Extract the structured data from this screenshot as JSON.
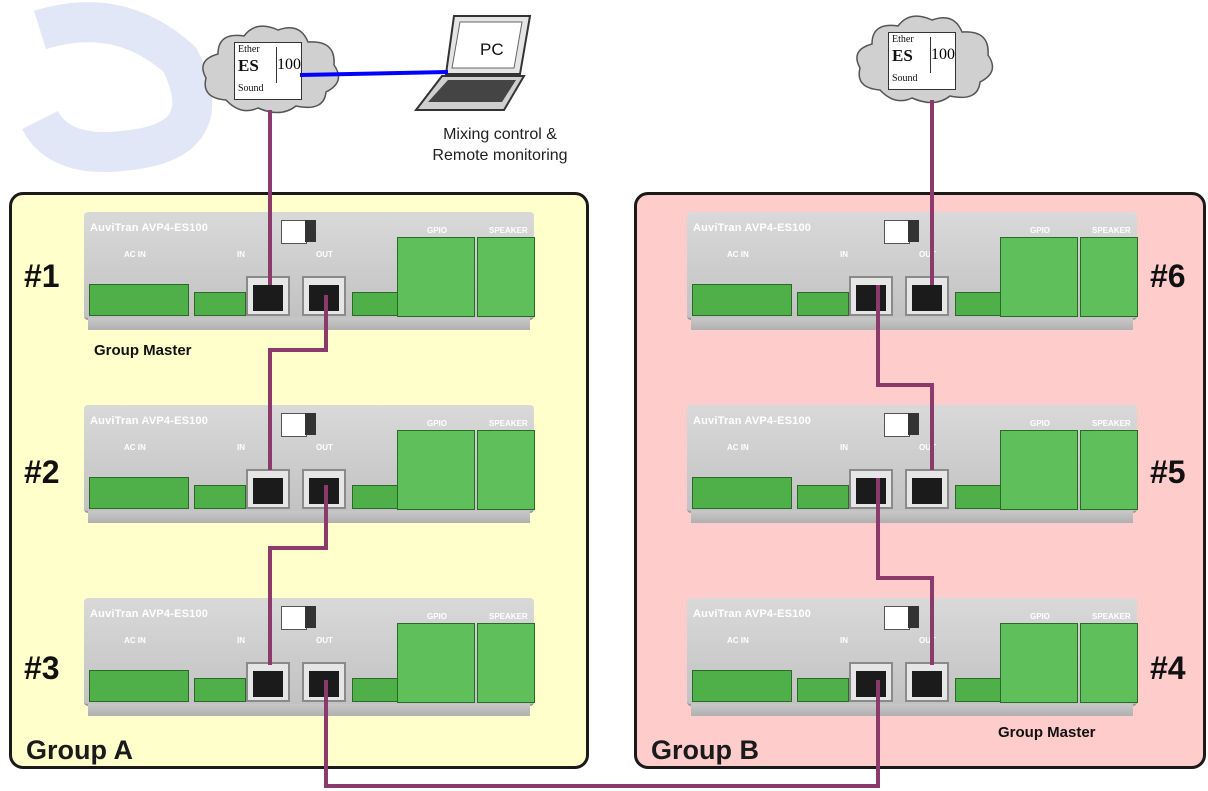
{
  "colors": {
    "group_a_fill": "#ffffcc",
    "group_b_fill": "#ffcccc",
    "cable": "#8b3a6b",
    "pc_link": "#0000ff"
  },
  "groups": [
    {
      "label": "Group A"
    },
    {
      "label": "Group B"
    }
  ],
  "units": [
    "#1",
    "#2",
    "#3",
    "#6",
    "#5",
    "#4"
  ],
  "master_label": "Group Master",
  "device": {
    "brand": "AuviTran  AVP4-ES100",
    "ac_in": "AC IN",
    "in": "IN",
    "out": "OUT",
    "gpio": "GPIO",
    "speaker": "SPEAKER"
  },
  "ethersound": {
    "top": "Ether",
    "mark": "ES",
    "bottom": "Sound",
    "number": "100"
  },
  "pc": {
    "label": "PC",
    "caption_line1": "Mixing control &",
    "caption_line2": "Remote monitoring"
  },
  "icons": [
    "cloud-icon",
    "laptop-icon",
    "ethersound-logo-icon"
  ]
}
